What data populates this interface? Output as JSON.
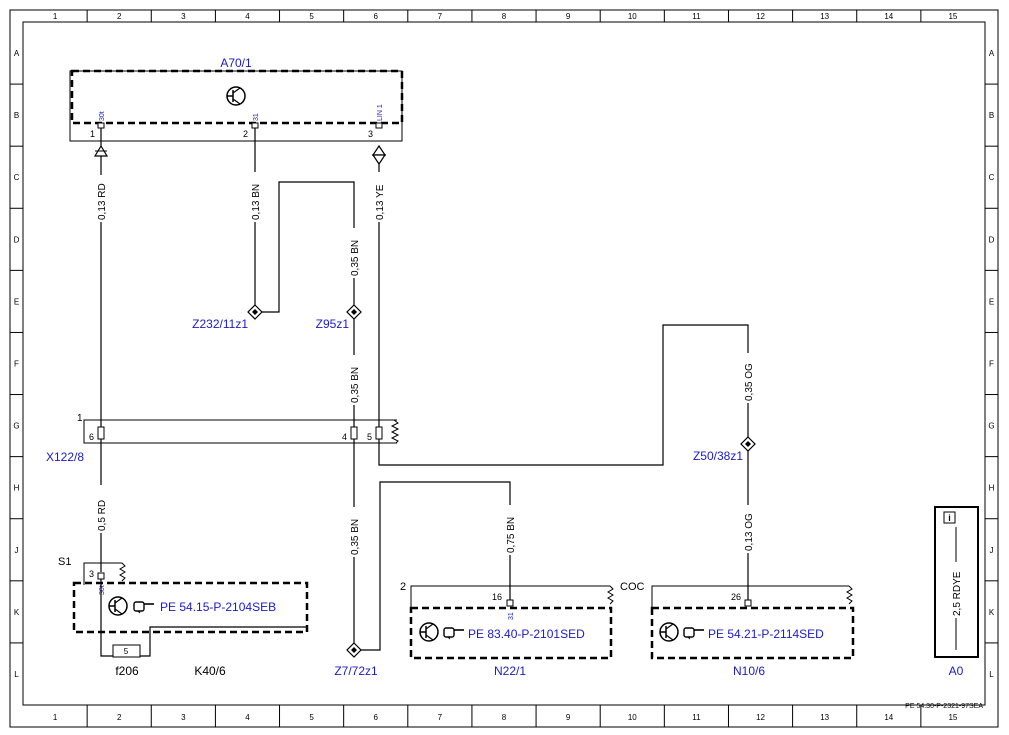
{
  "columns": [
    "1",
    "2",
    "3",
    "4",
    "5",
    "6",
    "7",
    "8",
    "9",
    "10",
    "11",
    "12",
    "13",
    "14",
    "15"
  ],
  "rows": [
    "A",
    "B",
    "C",
    "D",
    "E",
    "F",
    "G",
    "H",
    "J",
    "K",
    "L"
  ],
  "components": {
    "a70": {
      "id": "A70/1",
      "pins": [
        {
          "num": "1",
          "label": "30t"
        },
        {
          "num": "2",
          "label": "31"
        },
        {
          "num": "3",
          "label": "LIN 1"
        }
      ]
    },
    "x122": {
      "id": "X122/8",
      "num": "1",
      "pins": [
        "6",
        "4",
        "5"
      ]
    },
    "s1": {
      "id": "S1",
      "pin": "3",
      "pin_label": "30t",
      "ref": "PE 54.15-P-2104SEB",
      "fuse_id": "f206",
      "fuse_value": "5",
      "relay_id": "K40/6"
    },
    "n22": {
      "id": "N22/1",
      "num": "2",
      "pin": "16",
      "pin_label": "31",
      "ref": "PE 83.40-P-2101SED"
    },
    "n10": {
      "id": "N10/6",
      "num": "COC",
      "pin": "26",
      "ref": "PE 54.21-P-2114SED"
    },
    "a0": {
      "id": "A0",
      "info_icon": "i",
      "wire": "2,5 RDYE"
    }
  },
  "wires": {
    "w1": "0,13 RD",
    "w2": "0,13 BN",
    "w3": "0,35 BN",
    "w4": "0,13 YE",
    "w5": "0,35 BN",
    "w6": "0,35 OG",
    "w7": "0,5 RD",
    "w8": "0,35 BN",
    "w9": "0,75 BN",
    "w10": "0,13 OG"
  },
  "splices": {
    "s1": "Z232/11z1",
    "s2": "Z95z1",
    "s3": "Z50/38z1",
    "s4": "Z7/72z1"
  },
  "footer": "PE 54.30-P-2321-97SEA"
}
